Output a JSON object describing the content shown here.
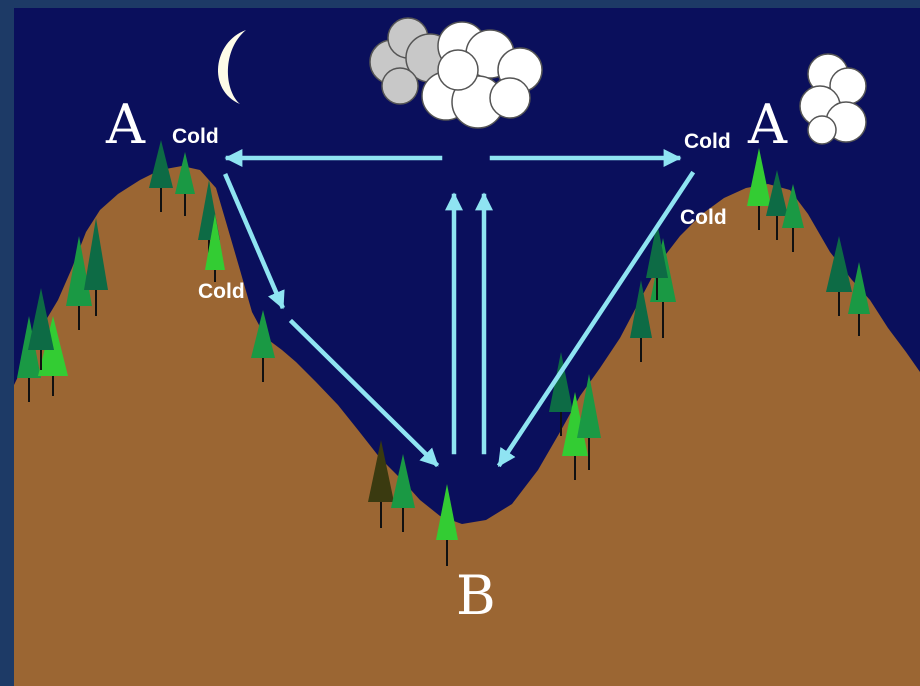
{
  "labels": {
    "a_left": "A",
    "a_right": "A",
    "b": "B",
    "cold_top_left": "Cold",
    "cold_slope_left": "Cold",
    "cold_top_right": "Cold",
    "cold_slope_right": "Cold"
  },
  "colors": {
    "frame": "#1d3a66",
    "night_sky": "#0a0f5c",
    "ground": "#9b6633",
    "arrow": "#8fe4f2",
    "moon": "#fdfbe8",
    "cloud": "#ffffff",
    "cloud_shade": "#c8c8c8",
    "tree_light": "#33cc33",
    "tree_mid": "#1a9944",
    "tree_dark": "#0d6b45",
    "tree_shadow": "#3a3a10",
    "trunk": "#111111"
  }
}
